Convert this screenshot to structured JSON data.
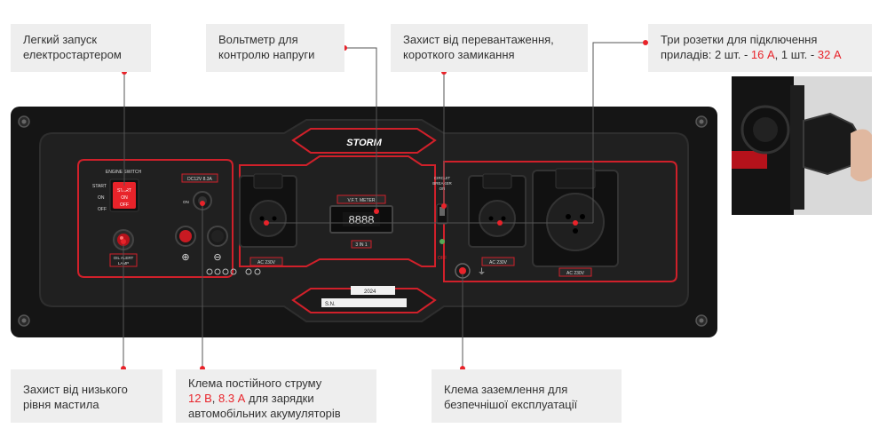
{
  "callouts": {
    "starter": {
      "line1": "Легкий запуск",
      "line2": "електростартером"
    },
    "voltmeter": {
      "line1": "Вольтметр для",
      "line2": "контролю напруги"
    },
    "overload": {
      "line1": "Захист від перевантаження,",
      "line2": "короткого замикання"
    },
    "sockets": {
      "line1": "Три розетки для підключення",
      "line2_a": "приладів: 2 шт. - ",
      "a16": "16 А",
      "line2_b": ", 1 шт. - ",
      "a32": "32 А"
    },
    "oil": {
      "line1": "Захист від низького",
      "line2": "рівня мастила"
    },
    "dc": {
      "line1": "Клема постійного струму",
      "v12": "12 В",
      "sep": ", ",
      "a83": "8.3 А",
      "line2_b": " для зарядки",
      "line3": "автомобільних акумуляторів"
    },
    "ground": {
      "line1": "Клема заземлення для",
      "line2": "безпечнішої експлуатації"
    }
  },
  "panel": {
    "brand": "STORM",
    "engine_switch": "ENGINE SWITCH",
    "switch_positions": [
      "START",
      "ON",
      "OFF"
    ],
    "rocker_text": [
      "START",
      "ON",
      "OFF"
    ],
    "oil_alert": [
      "OIL ALERT",
      "LAMP"
    ],
    "dc_label": "DC12V 8.3A",
    "dc_on": "ON",
    "plus": "⊕",
    "minus": "⊖",
    "vft_meter": "V.F.T. METER",
    "display": "8888",
    "mode_label": "3 IN 1",
    "circuit_breaker": [
      "CIRCUIT",
      "BREAKER",
      "ON"
    ],
    "off_label": "OFF",
    "ac_label_1": "AC 230V",
    "ac_label_2": "AC 230V",
    "ac_label_3": "AC 230V",
    "year": "2024",
    "sn": "S.N."
  },
  "colors": {
    "accent": "#e8232a",
    "panel": "#1c1c1c",
    "callout_bg": "#eeeeee"
  }
}
